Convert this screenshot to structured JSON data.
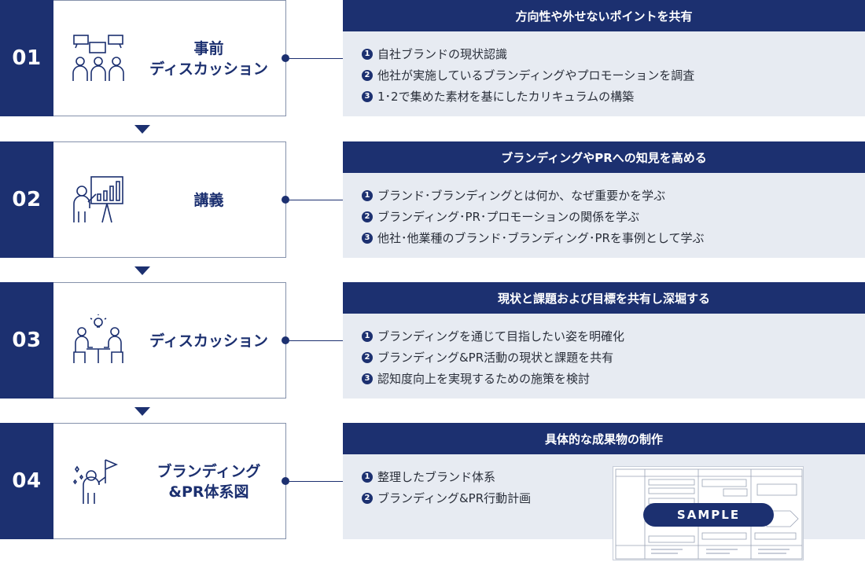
{
  "steps": [
    {
      "number": "01",
      "title": "事前\nディスカッション",
      "icon": "meeting-discussion-icon",
      "heading": "方向性や外せないポイントを共有",
      "items": [
        {
          "badge": "1",
          "text": "自社ブランドの現状認識"
        },
        {
          "badge": "2",
          "text": "他社が実施しているブランディングやプロモーションを調査"
        },
        {
          "badge": "3",
          "text": "1･2で集めた素材を基にしたカリキュラムの構築"
        }
      ]
    },
    {
      "number": "02",
      "title": "講義",
      "icon": "lecture-presenter-icon",
      "heading": "ブランディングやPRへの知見を高める",
      "items": [
        {
          "badge": "1",
          "text": "ブランド･ブランディングとは何か、なぜ重要かを学ぶ"
        },
        {
          "badge": "2",
          "text": "ブランディング･PR･プロモーションの関係を学ぶ"
        },
        {
          "badge": "3",
          "text": "他社･他業種のブランド･ブランディング･PRを事例として学ぶ"
        }
      ]
    },
    {
      "number": "03",
      "title": "ディスカッション",
      "icon": "two-people-idea-icon",
      "heading": "現状と課題および目標を共有し深堀する",
      "items": [
        {
          "badge": "1",
          "text": "ブランディングを通じて目指したい姿を明確化"
        },
        {
          "badge": "2",
          "text": "ブランディング&PR活動の現状と課題を共有"
        },
        {
          "badge": "3",
          "text": "認知度向上を実現するための施策を検討"
        }
      ]
    },
    {
      "number": "04",
      "title": "ブランディング\n&PR体系図",
      "icon": "person-flag-icon",
      "heading": "具体的な成果物の制作",
      "items": [
        {
          "badge": "1",
          "text": "整理したブランド体系"
        },
        {
          "badge": "2",
          "text": "ブランディング&PR行動計画"
        }
      ],
      "sample_label": "SAMPLE"
    }
  ],
  "colors": {
    "navy": "#1c3070",
    "panel": "#e7ebf2",
    "border": "#8592ab"
  }
}
